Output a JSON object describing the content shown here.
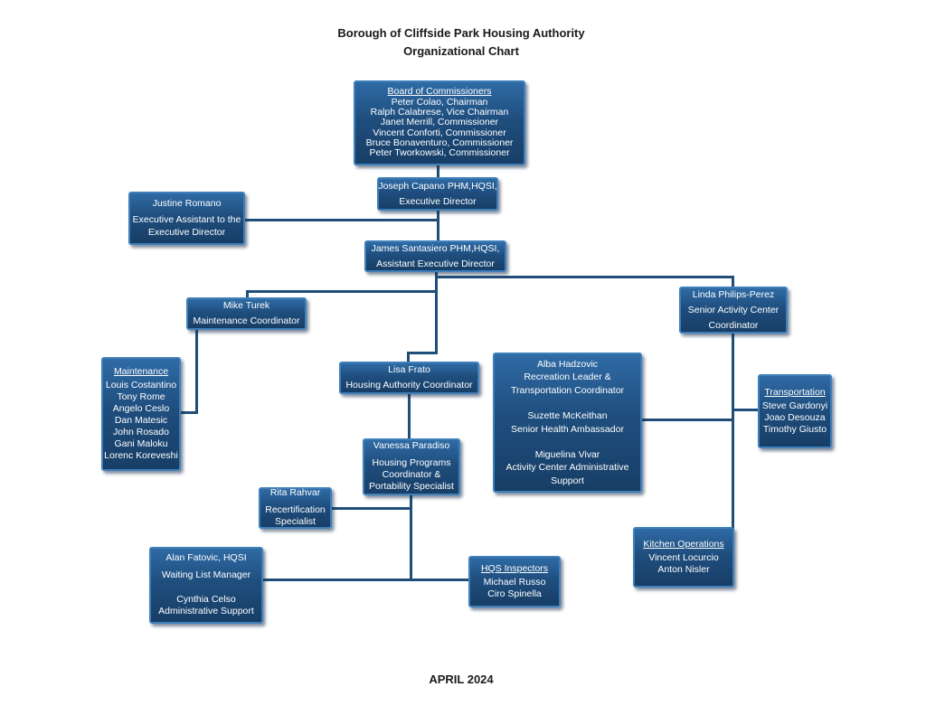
{
  "page": {
    "title_line1": "Borough of Cliffside Park Housing Authority",
    "title_line2": "Organizational Chart",
    "footer": "APRIL 2024"
  },
  "colors": {
    "box_fill": "#1f4e7e",
    "box_border": "#3f7fba",
    "connector": "#1f4e79"
  },
  "boxes": {
    "board_of_commissioners": {
      "heading": "Board of Commissioners",
      "lines": [
        "Peter Colao, Chairman",
        "Ralph Calabrese, Vice Chairman",
        "Janet Merrill, Commissioner",
        "Vincent Conforti, Commissioner",
        "Bruce Bonaventuro, Commissioner",
        "Peter Tworkowski, Commissioner"
      ]
    },
    "executive_director": {
      "lines": [
        "Joseph Capano PHM,HQSI,",
        "Executive Director"
      ]
    },
    "executive_assistant": {
      "lines": [
        "Justine Romano",
        "Executive Assistant to the",
        "Executive  Director"
      ]
    },
    "assistant_executive_director": {
      "lines": [
        "James Santasiero PHM,HQSI,",
        "Assistant Executive Director"
      ]
    },
    "maintenance_coordinator": {
      "lines": [
        "Mike Turek",
        "Maintenance Coordinator"
      ]
    },
    "senior_activity_center_coordinator": {
      "lines": [
        "Linda Philips-Perez",
        "Senior Activity Center",
        "Coordinator"
      ]
    },
    "maintenance": {
      "heading": "Maintenance",
      "lines": [
        "Louis Costantino",
        "Tony Rome",
        "Angelo Ceslo",
        "Dan Matesic",
        "John Rosado",
        "Gani Maloku",
        "Lorenc Koreveshi"
      ]
    },
    "housing_authority_coordinator": {
      "lines": [
        "Lisa Frato",
        "Housing Authority Coordinator"
      ]
    },
    "activity_center_staff": {
      "lines": [
        "Alba Hadzovic",
        "Recreation Leader &",
        "Transportation Coordinator",
        "",
        "Suzette McKeithan",
        "Senior Health Ambassador",
        "",
        "Miguelina Vivar",
        "Activity Center Administrative",
        "Support"
      ]
    },
    "transportation": {
      "heading": "Transportation",
      "lines": [
        "Steve Gardonyi",
        "Joao Desouza",
        "Timothy Giusto"
      ]
    },
    "housing_programs_coordinator": {
      "lines": [
        "Vanessa Paradiso",
        "Housing Programs",
        "Coordinator &",
        "Portability Specialist"
      ]
    },
    "recertification_specialist": {
      "lines": [
        "Rita Rahvar",
        "Recertification",
        "Specialist"
      ]
    },
    "kitchen_operations": {
      "heading": "Kitchen Operations",
      "lines": [
        "Vincent Locurcio",
        "Anton Nisler"
      ]
    },
    "waiting_list_manager": {
      "lines": [
        "Alan Fatovic, HQSI",
        "Waiting List Manager",
        "",
        "Cynthia Celso",
        "Administrative Support"
      ]
    },
    "hqs_inspectors": {
      "heading": "HQS Inspectors",
      "lines": [
        "Michael Russo",
        "Ciro Spinella"
      ]
    }
  }
}
